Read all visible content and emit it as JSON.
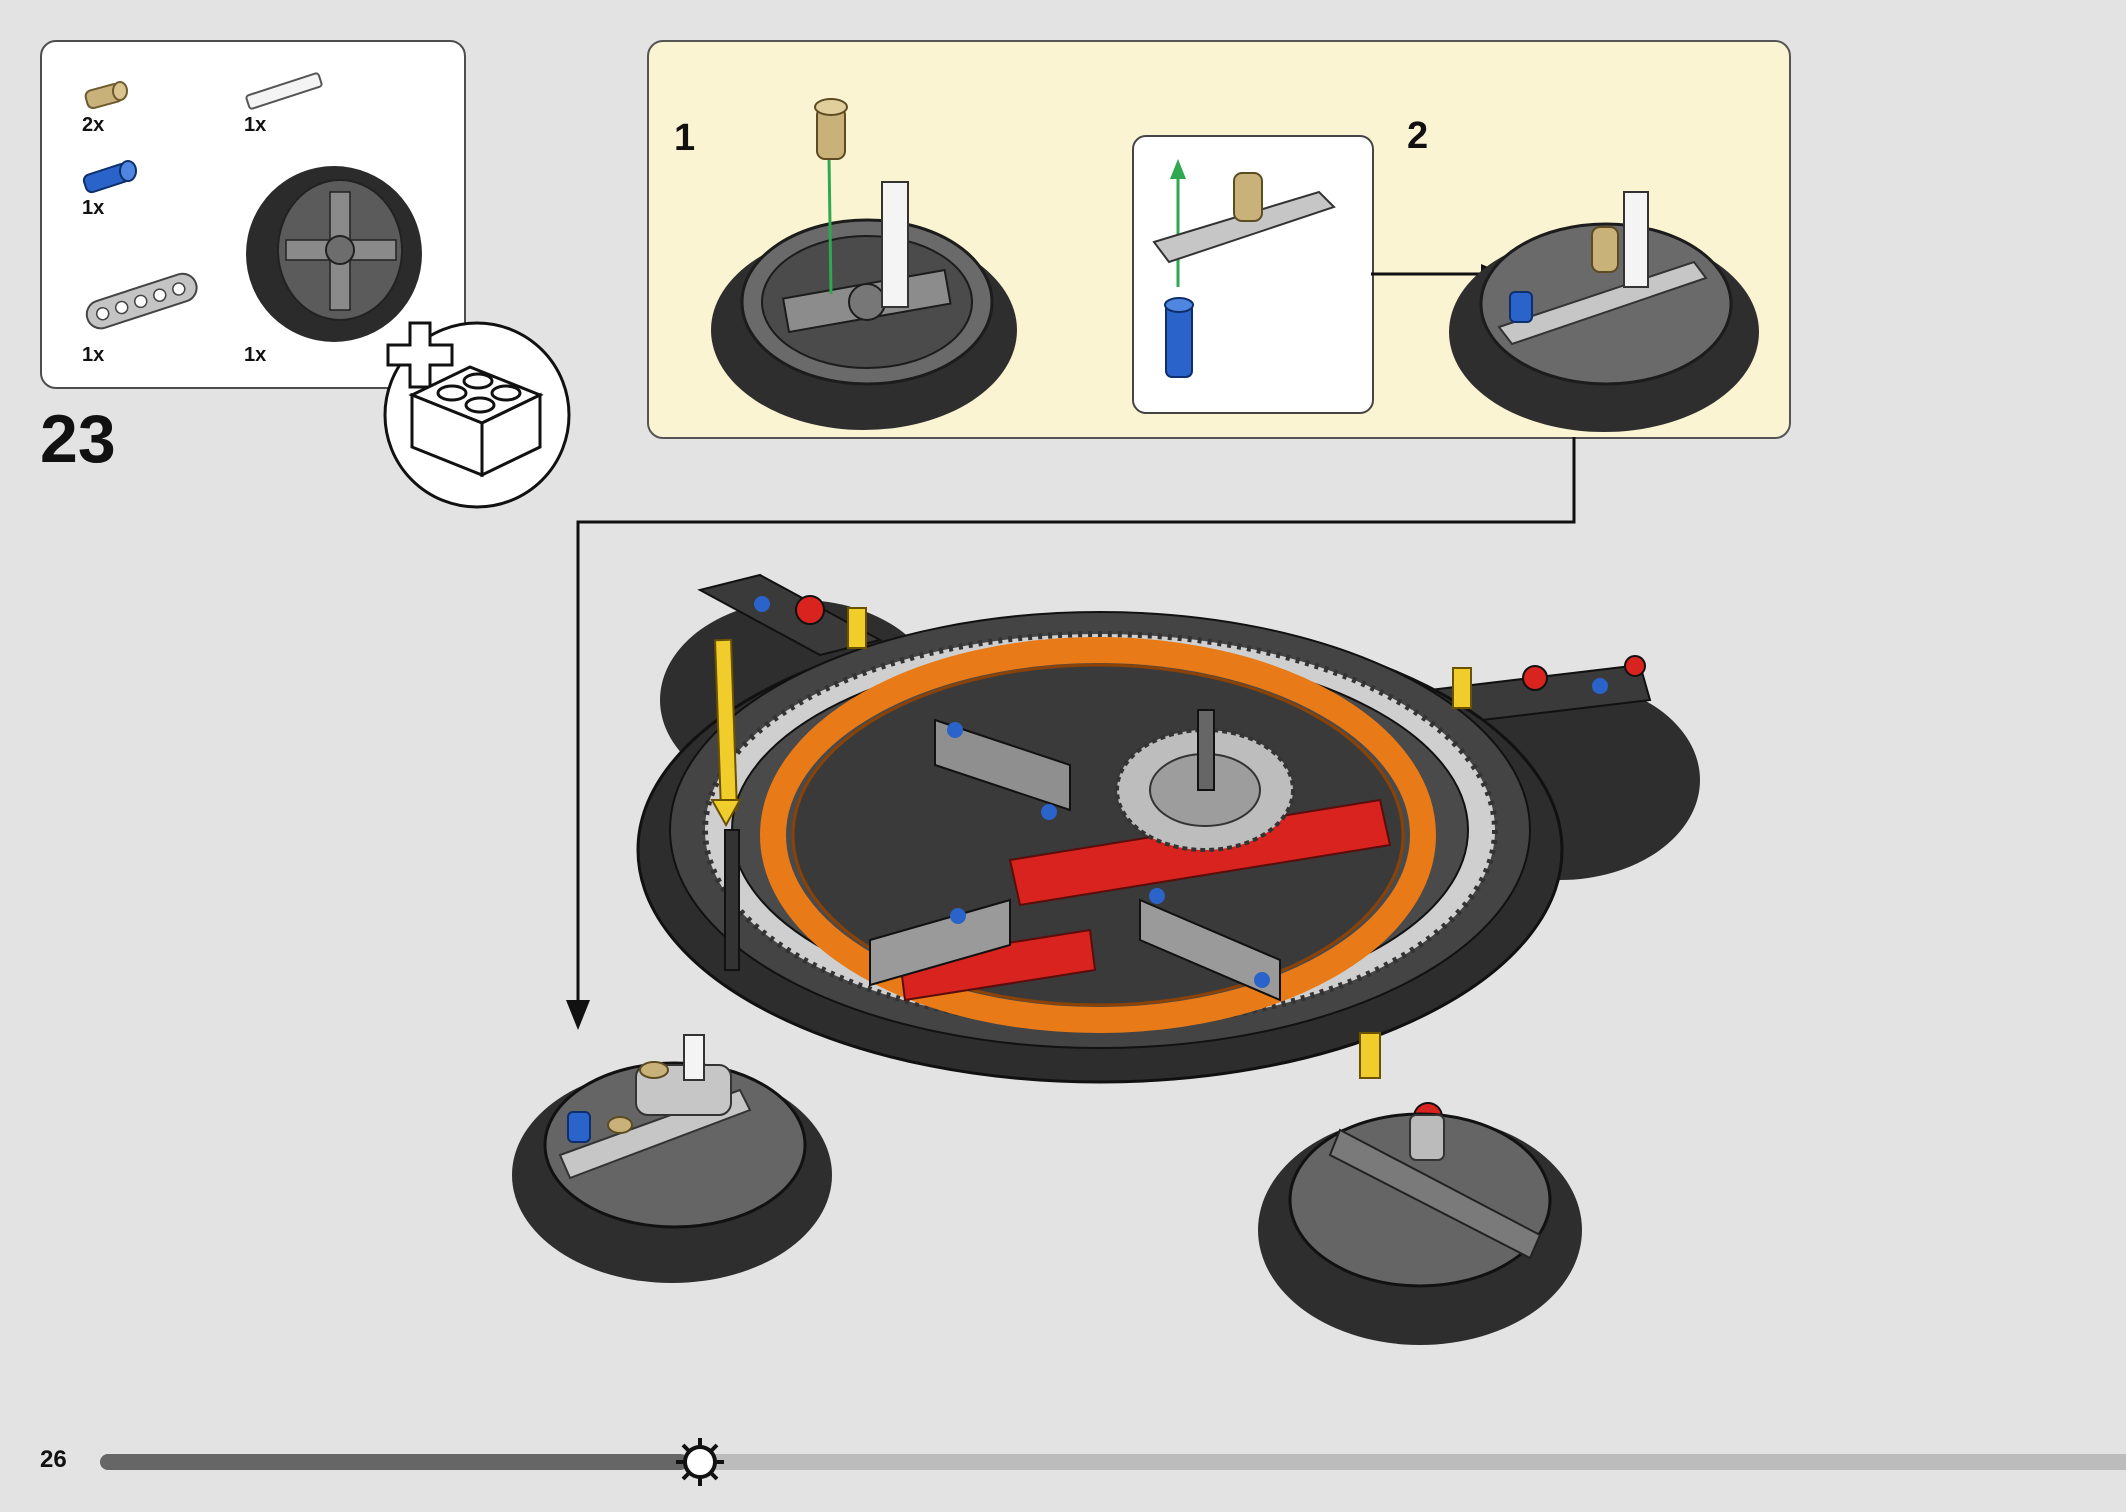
{
  "page": {
    "step_number": "23",
    "page_number": "26",
    "progress": 0.29
  },
  "parts_list": [
    {
      "name": "tan-friction-pin",
      "qty": "2x",
      "color": "#c9b27a"
    },
    {
      "name": "white-axle",
      "qty": "1x",
      "color": "#f2f2f2"
    },
    {
      "name": "blue-axle-pin",
      "qty": "1x",
      "color": "#2a63c9"
    },
    {
      "name": "black-wheel",
      "qty": "1x",
      "color": "#2b2b2b"
    },
    {
      "name": "grey-beam",
      "qty": "1x",
      "color": "#bdbdbd"
    }
  ],
  "substeps": [
    {
      "label": "1"
    },
    {
      "label": "2"
    }
  ],
  "colors": {
    "page_bg": "#e3e3e3",
    "substep_bg": "#fbf4d2",
    "orange_ring": "#e87a17",
    "red_beam": "#d8231e",
    "yellow_axle": "#f1cd2c",
    "blue_pin": "#2a63c9",
    "tire": "#2b2b2b",
    "guide_arrow": "#2fa84f"
  }
}
